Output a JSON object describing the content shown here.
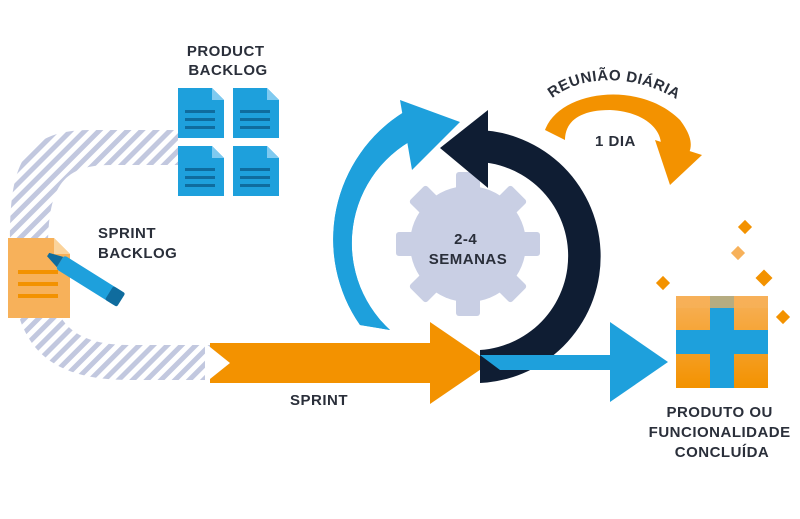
{
  "labels": {
    "product_backlog": [
      "PRODUCT",
      "BACKLOG"
    ],
    "sprint_backlog": [
      "SPRINT",
      "BACKLOG"
    ],
    "sprint": "SPRINT",
    "duration": [
      "2-4",
      "SEMANAS"
    ],
    "daily_meeting": "REUNIÃO DIÁRIA",
    "one_day": "1 DIA",
    "result": [
      "PRODUTO OU",
      "FUNCIONALIDADE",
      "CONCLUÍDA"
    ]
  },
  "colors": {
    "blue": "#1ea0dc",
    "dark_navy": "#0f1d33",
    "orange": "#f39200",
    "light_orange": "#f7b15a",
    "gear": "#c9cfe4",
    "hatch": "#c2c8df",
    "text": "#2a2f3a"
  }
}
